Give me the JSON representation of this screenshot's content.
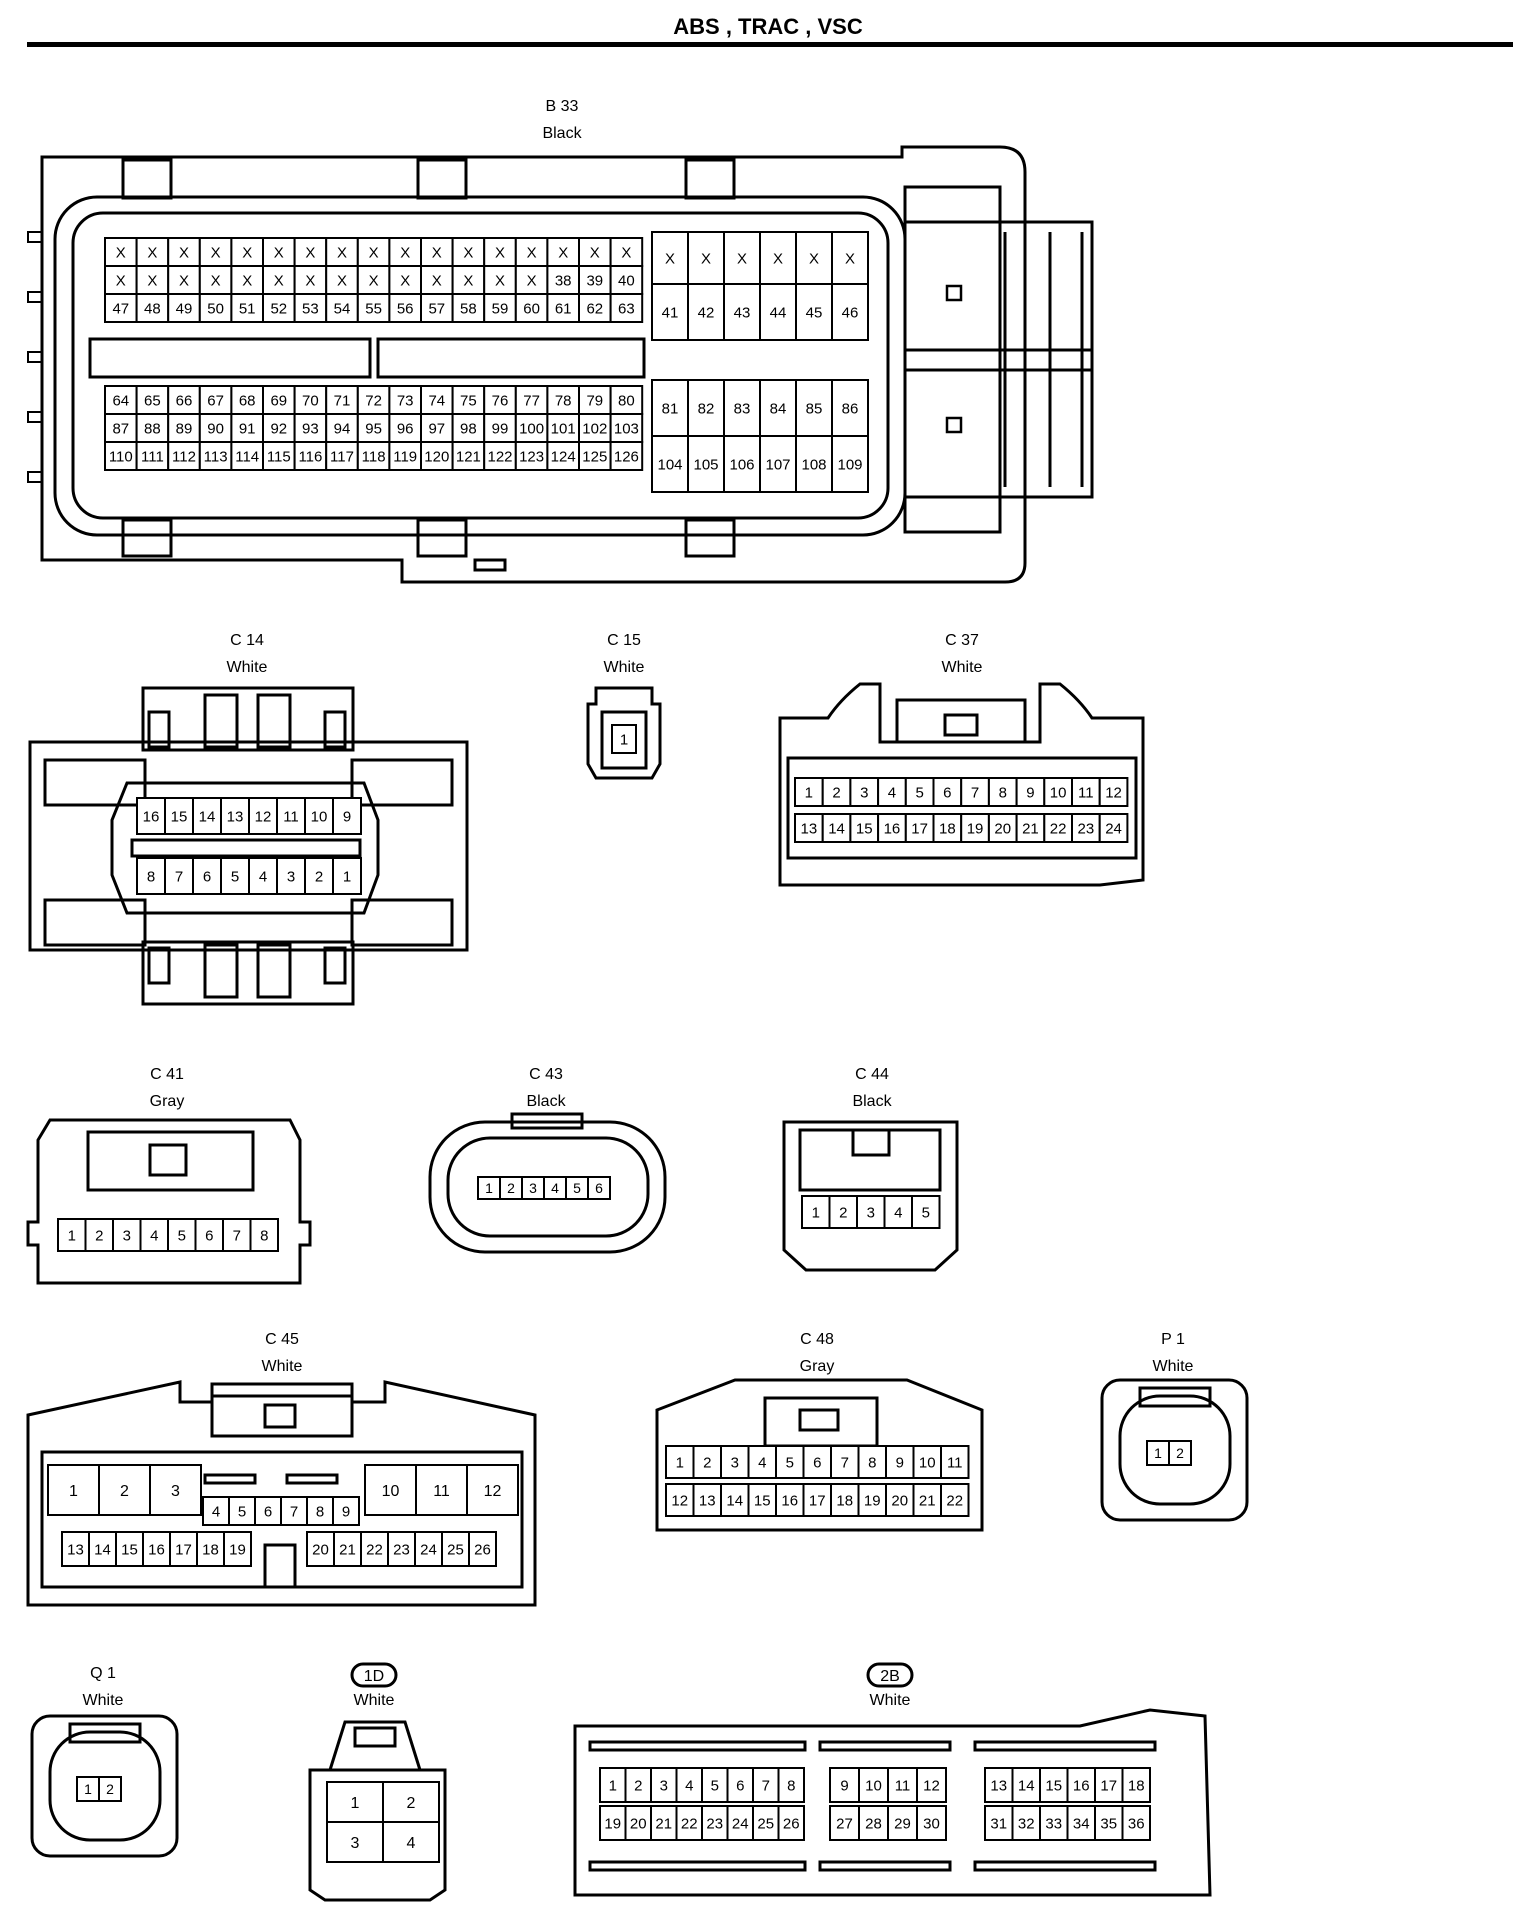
{
  "page_title": "ABS , TRAC , VSC",
  "connectors": {
    "b33": {
      "id": "B 33",
      "color": "Black",
      "rows_left": [
        [
          "X",
          "X",
          "X",
          "X",
          "X",
          "X",
          "X",
          "X",
          "X",
          "X",
          "X",
          "X",
          "X",
          "X",
          "X",
          "X",
          "X"
        ],
        [
          "X",
          "X",
          "X",
          "X",
          "X",
          "X",
          "X",
          "X",
          "X",
          "X",
          "X",
          "X",
          "X",
          "X",
          "38",
          "39",
          "40"
        ],
        [
          "47",
          "48",
          "49",
          "50",
          "51",
          "52",
          "53",
          "54",
          "55",
          "56",
          "57",
          "58",
          "59",
          "60",
          "61",
          "62",
          "63"
        ],
        [
          "64",
          "65",
          "66",
          "67",
          "68",
          "69",
          "70",
          "71",
          "72",
          "73",
          "74",
          "75",
          "76",
          "77",
          "78",
          "79",
          "80"
        ],
        [
          "87",
          "88",
          "89",
          "90",
          "91",
          "92",
          "93",
          "94",
          "95",
          "96",
          "97",
          "98",
          "99",
          "100",
          "101",
          "102",
          "103"
        ],
        [
          "110",
          "111",
          "112",
          "113",
          "114",
          "115",
          "116",
          "117",
          "118",
          "119",
          "120",
          "121",
          "122",
          "123",
          "124",
          "125",
          "126"
        ]
      ],
      "rows_right": [
        [
          "X",
          "X",
          "X",
          "X",
          "X",
          "X"
        ],
        [
          "41",
          "42",
          "43",
          "44",
          "45",
          "46"
        ],
        [
          "81",
          "82",
          "83",
          "84",
          "85",
          "86"
        ],
        [
          "104",
          "105",
          "106",
          "107",
          "108",
          "109"
        ]
      ]
    },
    "c14": {
      "id": "C 14",
      "color": "White",
      "top": [
        "16",
        "15",
        "14",
        "13",
        "12",
        "11",
        "10",
        "9"
      ],
      "bottom": [
        "8",
        "7",
        "6",
        "5",
        "4",
        "3",
        "2",
        "1"
      ]
    },
    "c15": {
      "id": "C 15",
      "color": "White",
      "pins": [
        "1"
      ]
    },
    "c37": {
      "id": "C 37",
      "color": "White",
      "top": [
        "1",
        "2",
        "3",
        "4",
        "5",
        "6",
        "7",
        "8",
        "9",
        "10",
        "11",
        "12"
      ],
      "bottom": [
        "13",
        "14",
        "15",
        "16",
        "17",
        "18",
        "19",
        "20",
        "21",
        "22",
        "23",
        "24"
      ]
    },
    "c41": {
      "id": "C 41",
      "color": "Gray",
      "pins": [
        "1",
        "2",
        "3",
        "4",
        "5",
        "6",
        "7",
        "8"
      ]
    },
    "c43": {
      "id": "C 43",
      "color": "Black",
      "pins": [
        "1",
        "2",
        "3",
        "4",
        "5",
        "6"
      ]
    },
    "c44": {
      "id": "C 44",
      "color": "Black",
      "pins": [
        "1",
        "2",
        "3",
        "4",
        "5"
      ]
    },
    "c45": {
      "id": "C 45",
      "color": "White",
      "big_left": [
        "1",
        "2",
        "3"
      ],
      "big_right": [
        "10",
        "11",
        "12"
      ],
      "mid": [
        "4",
        "5",
        "6",
        "7",
        "8",
        "9"
      ],
      "bottom_left": [
        "13",
        "14",
        "15",
        "16",
        "17",
        "18",
        "19"
      ],
      "bottom_right": [
        "20",
        "21",
        "22",
        "23",
        "24",
        "25",
        "26"
      ]
    },
    "c48": {
      "id": "C 48",
      "color": "Gray",
      "top": [
        "1",
        "2",
        "3",
        "4",
        "5",
        "6",
        "7",
        "8",
        "9",
        "10",
        "11"
      ],
      "bottom": [
        "12",
        "13",
        "14",
        "15",
        "16",
        "17",
        "18",
        "19",
        "20",
        "21",
        "22"
      ]
    },
    "p1": {
      "id": "P 1",
      "color": "White",
      "pins": [
        "1",
        "2"
      ]
    },
    "q1": {
      "id": "Q 1",
      "color": "White",
      "pins": [
        "1",
        "2"
      ]
    },
    "j1d": {
      "id": "1D",
      "color": "White",
      "pins": [
        "1",
        "2",
        "3",
        "4"
      ]
    },
    "j2b": {
      "id": "2B",
      "color": "White",
      "g1_top": [
        "1",
        "2",
        "3",
        "4",
        "5",
        "6",
        "7",
        "8"
      ],
      "g1_bottom": [
        "19",
        "20",
        "21",
        "22",
        "23",
        "24",
        "25",
        "26"
      ],
      "g2_top": [
        "9",
        "10",
        "11",
        "12"
      ],
      "g2_bottom": [
        "27",
        "28",
        "29",
        "30"
      ],
      "g3_top": [
        "13",
        "14",
        "15",
        "16",
        "17",
        "18"
      ],
      "g3_bottom": [
        "31",
        "32",
        "33",
        "34",
        "35",
        "36"
      ]
    }
  }
}
